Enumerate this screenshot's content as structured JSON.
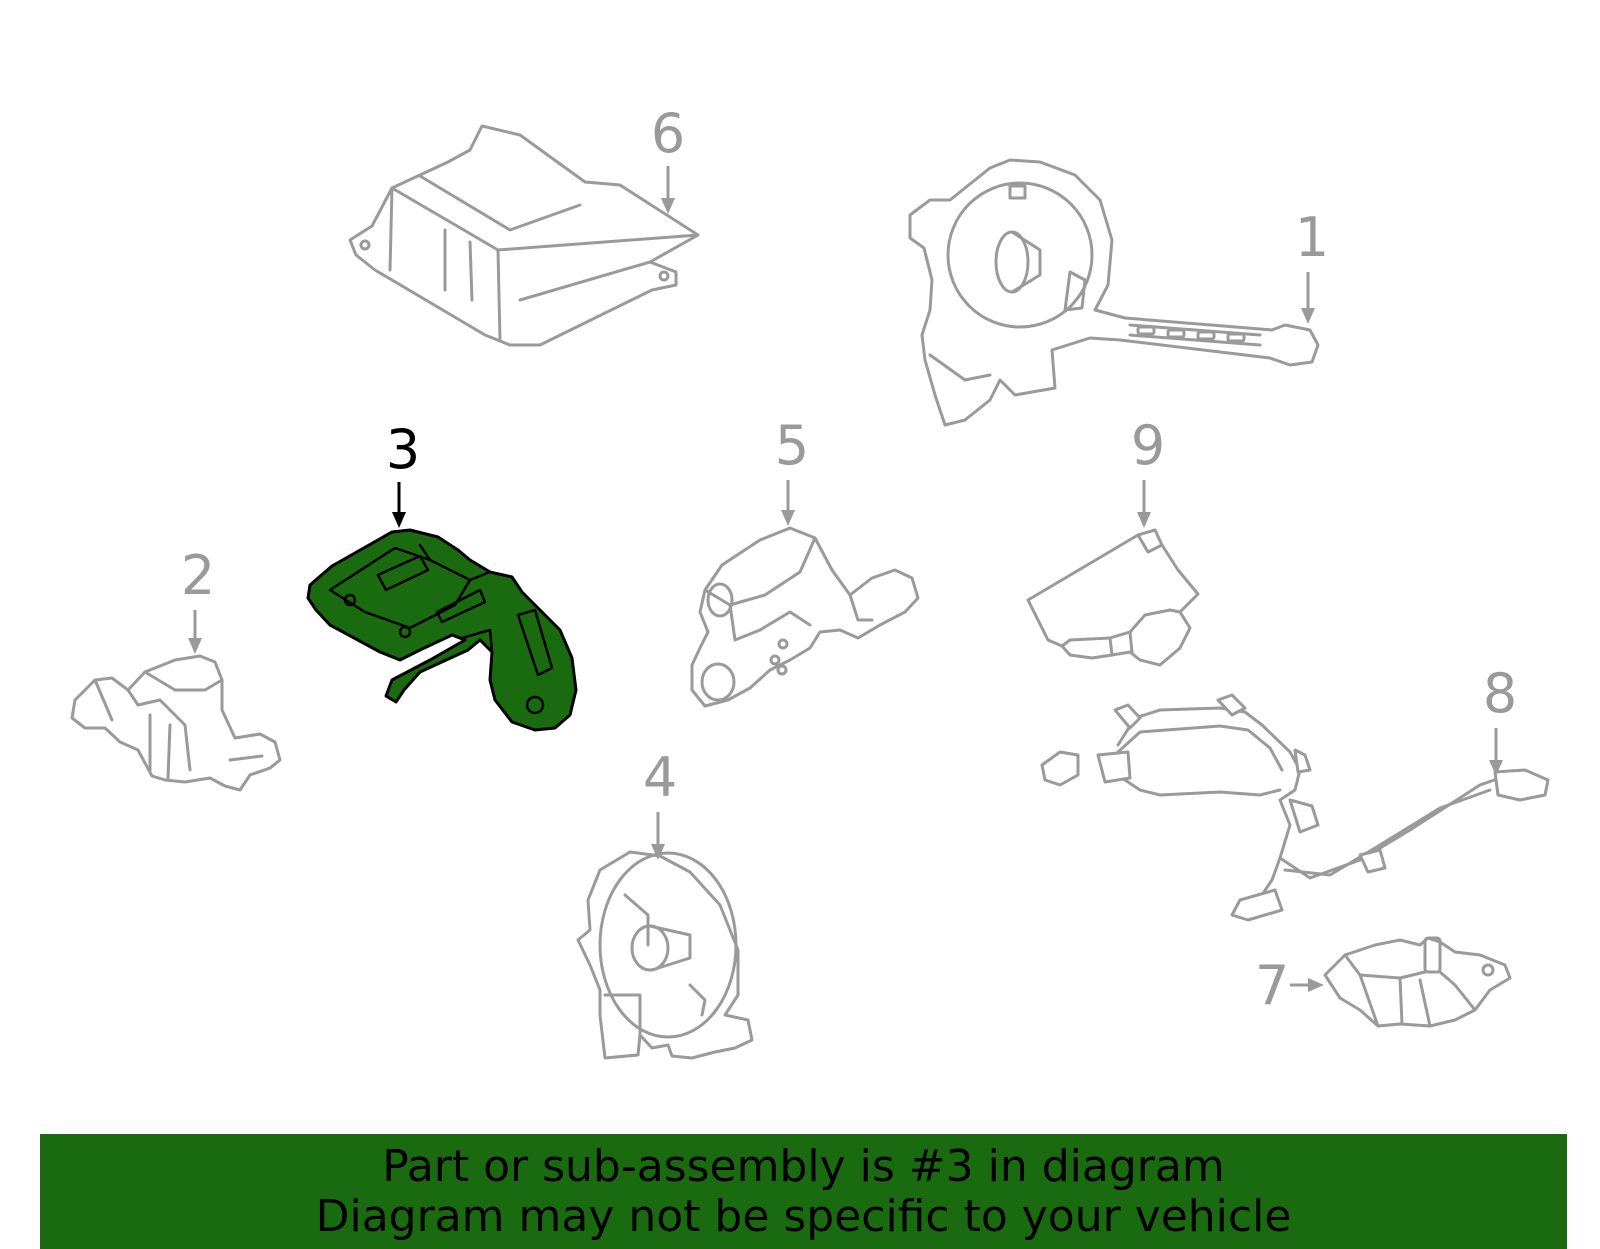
{
  "callouts": [
    "1",
    "2",
    "3",
    "4",
    "5",
    "6",
    "7",
    "8",
    "9"
  ],
  "highlighted_part": "3",
  "colors": {
    "highlight": "#1a6b10",
    "parts": "#9a9a9a",
    "banner": "#1a6b10"
  },
  "banner": {
    "line1": "Part or sub-assembly is #3 in diagram",
    "line2": "Diagram may not be specific to your vehicle"
  }
}
